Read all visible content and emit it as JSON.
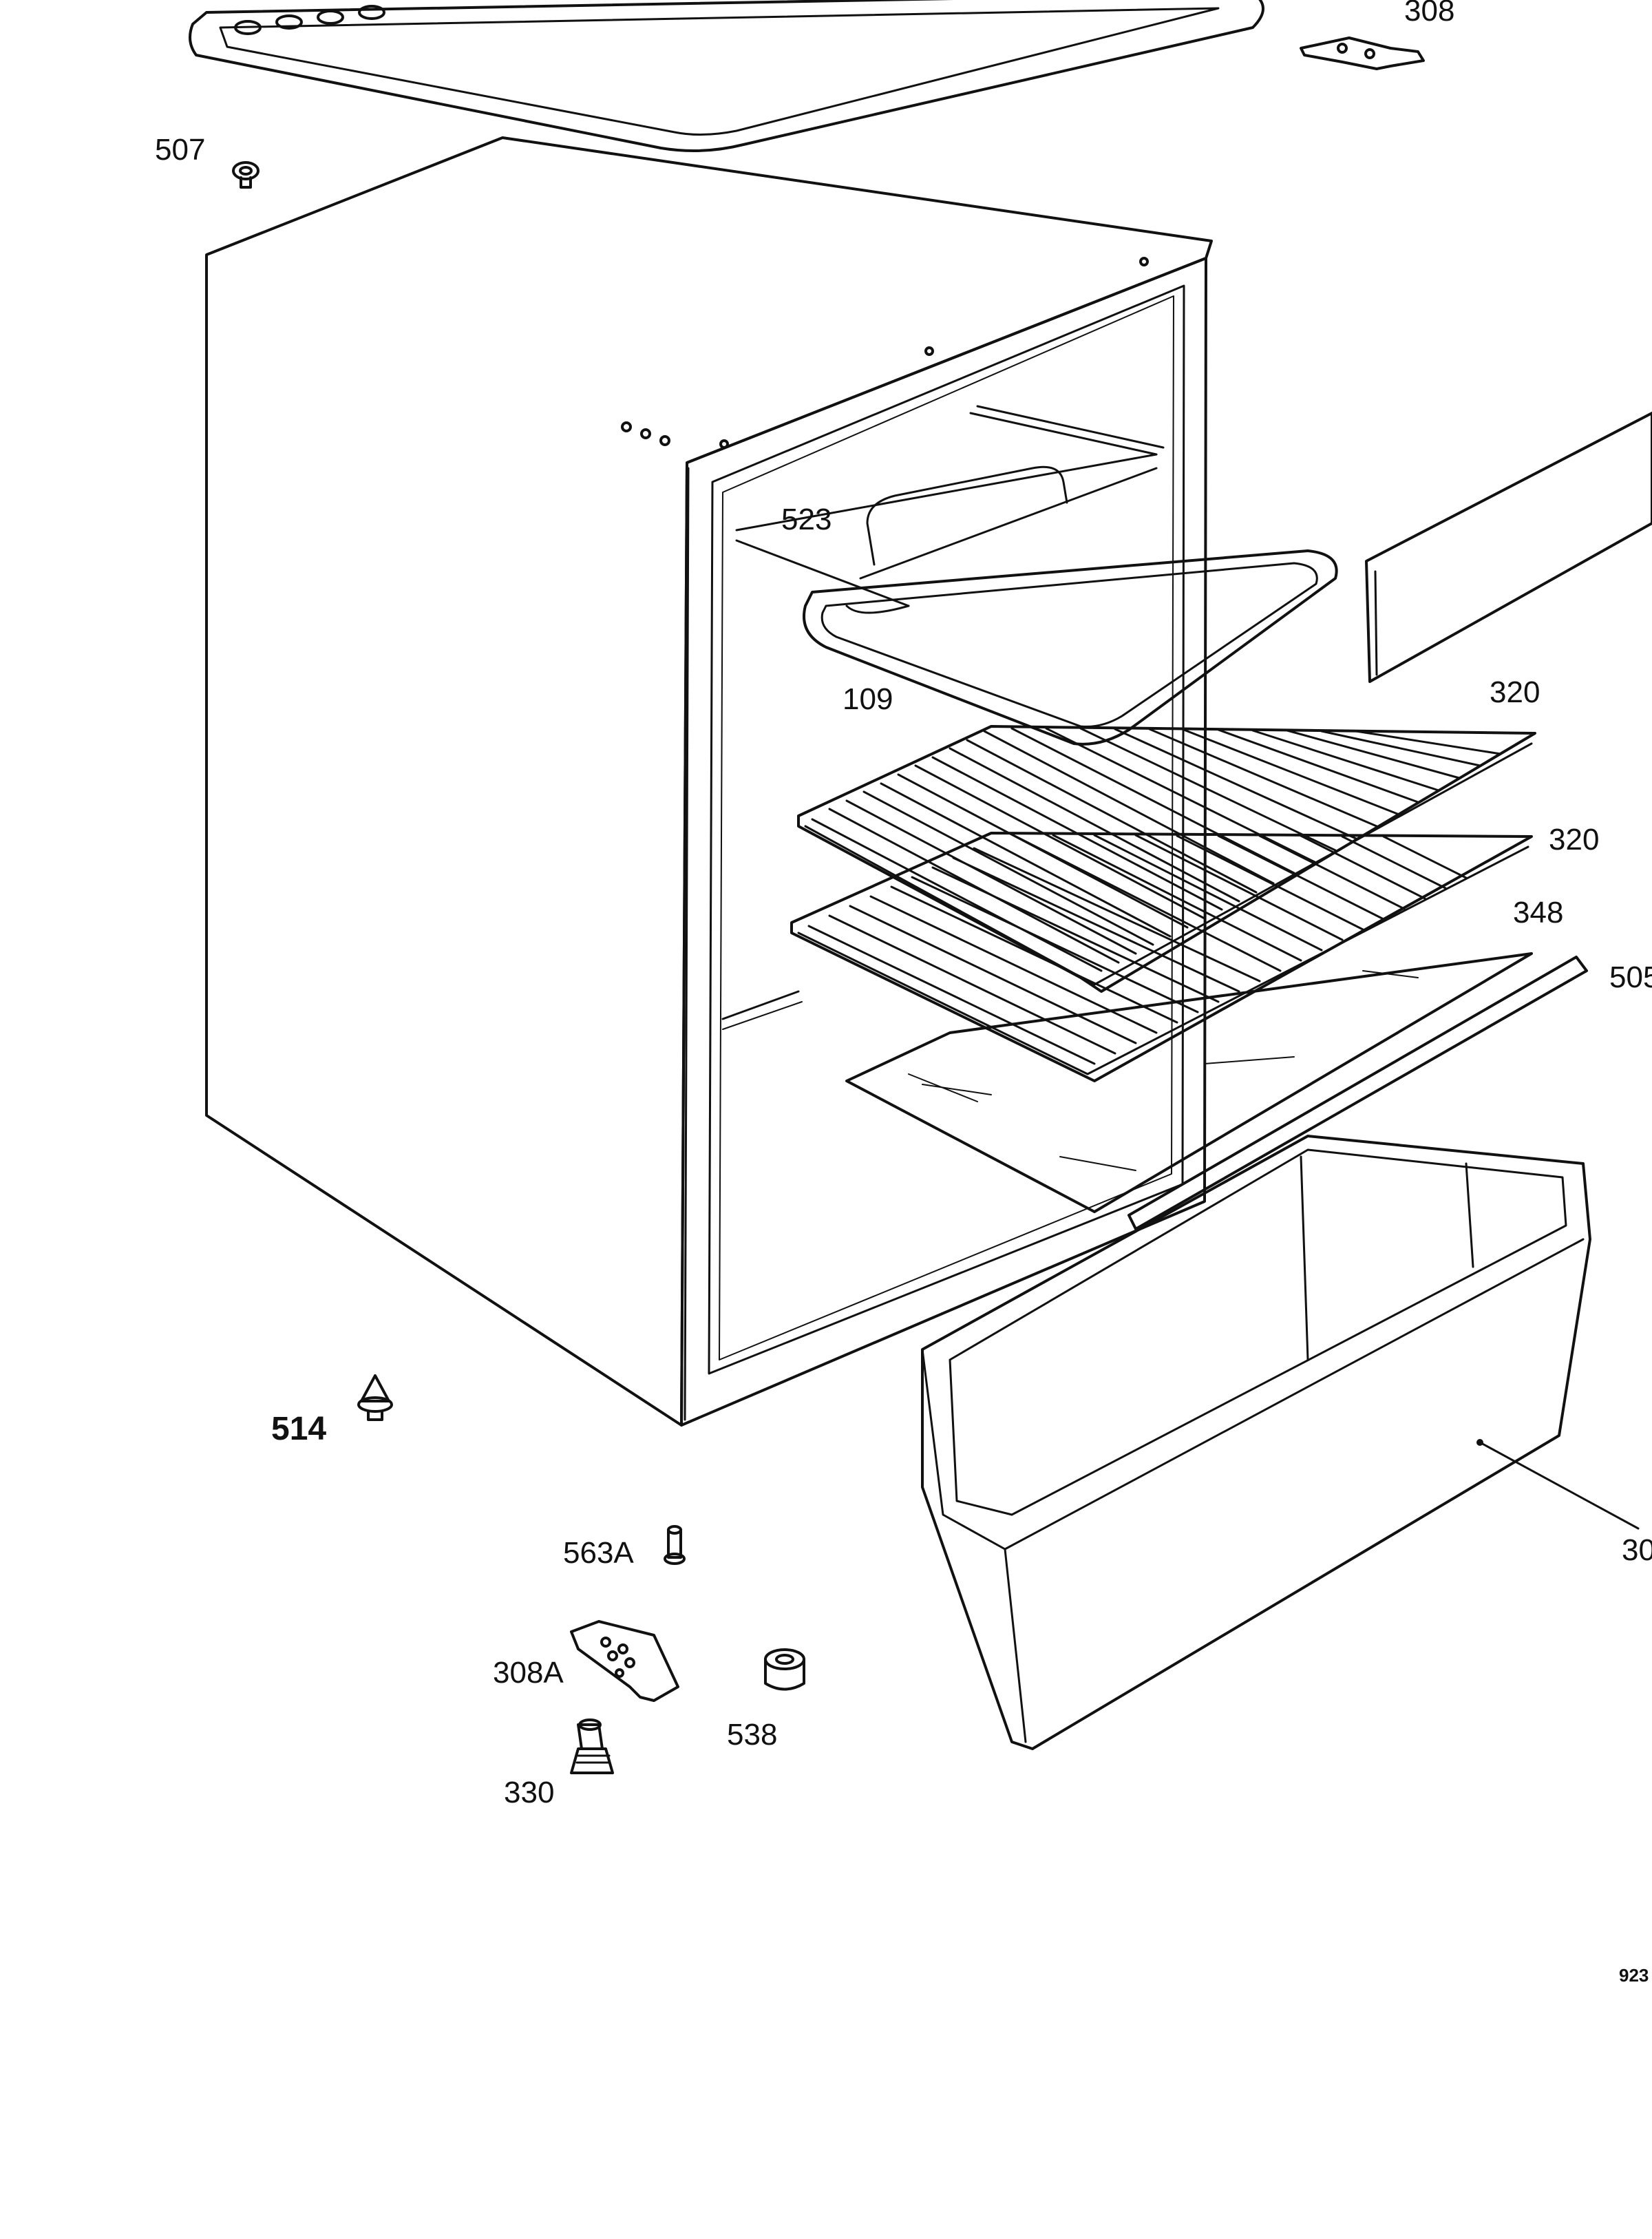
{
  "diagram": {
    "labels": {
      "p308_top": "308",
      "p507": "507",
      "p523": "523",
      "p109": "109",
      "p320_a": "320",
      "p320_b": "320",
      "p348": "348",
      "p505": "505",
      "p514": "514",
      "p563a": "563A",
      "p308a": "308A",
      "p538": "538",
      "p330": "330",
      "p30x": "30",
      "ref_code": "923"
    },
    "colors": {
      "line": "#111111",
      "paper": "#ffffff",
      "label": "#111111"
    }
  }
}
